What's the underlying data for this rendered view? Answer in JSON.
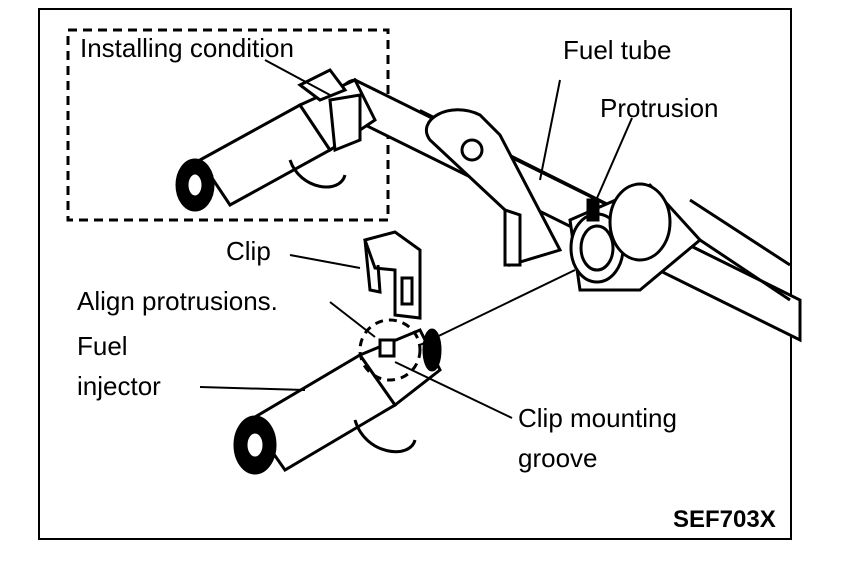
{
  "figure": {
    "labels": {
      "installing_condition": "Installing condition",
      "fuel_tube": "Fuel tube",
      "protrusion": "Protrusion",
      "clip": "Clip",
      "align_protrusions": "Align protrusions.",
      "fuel": "Fuel",
      "injector": "injector",
      "clip_mounting": "Clip mounting",
      "groove": "groove"
    },
    "code": "SEF703X"
  }
}
